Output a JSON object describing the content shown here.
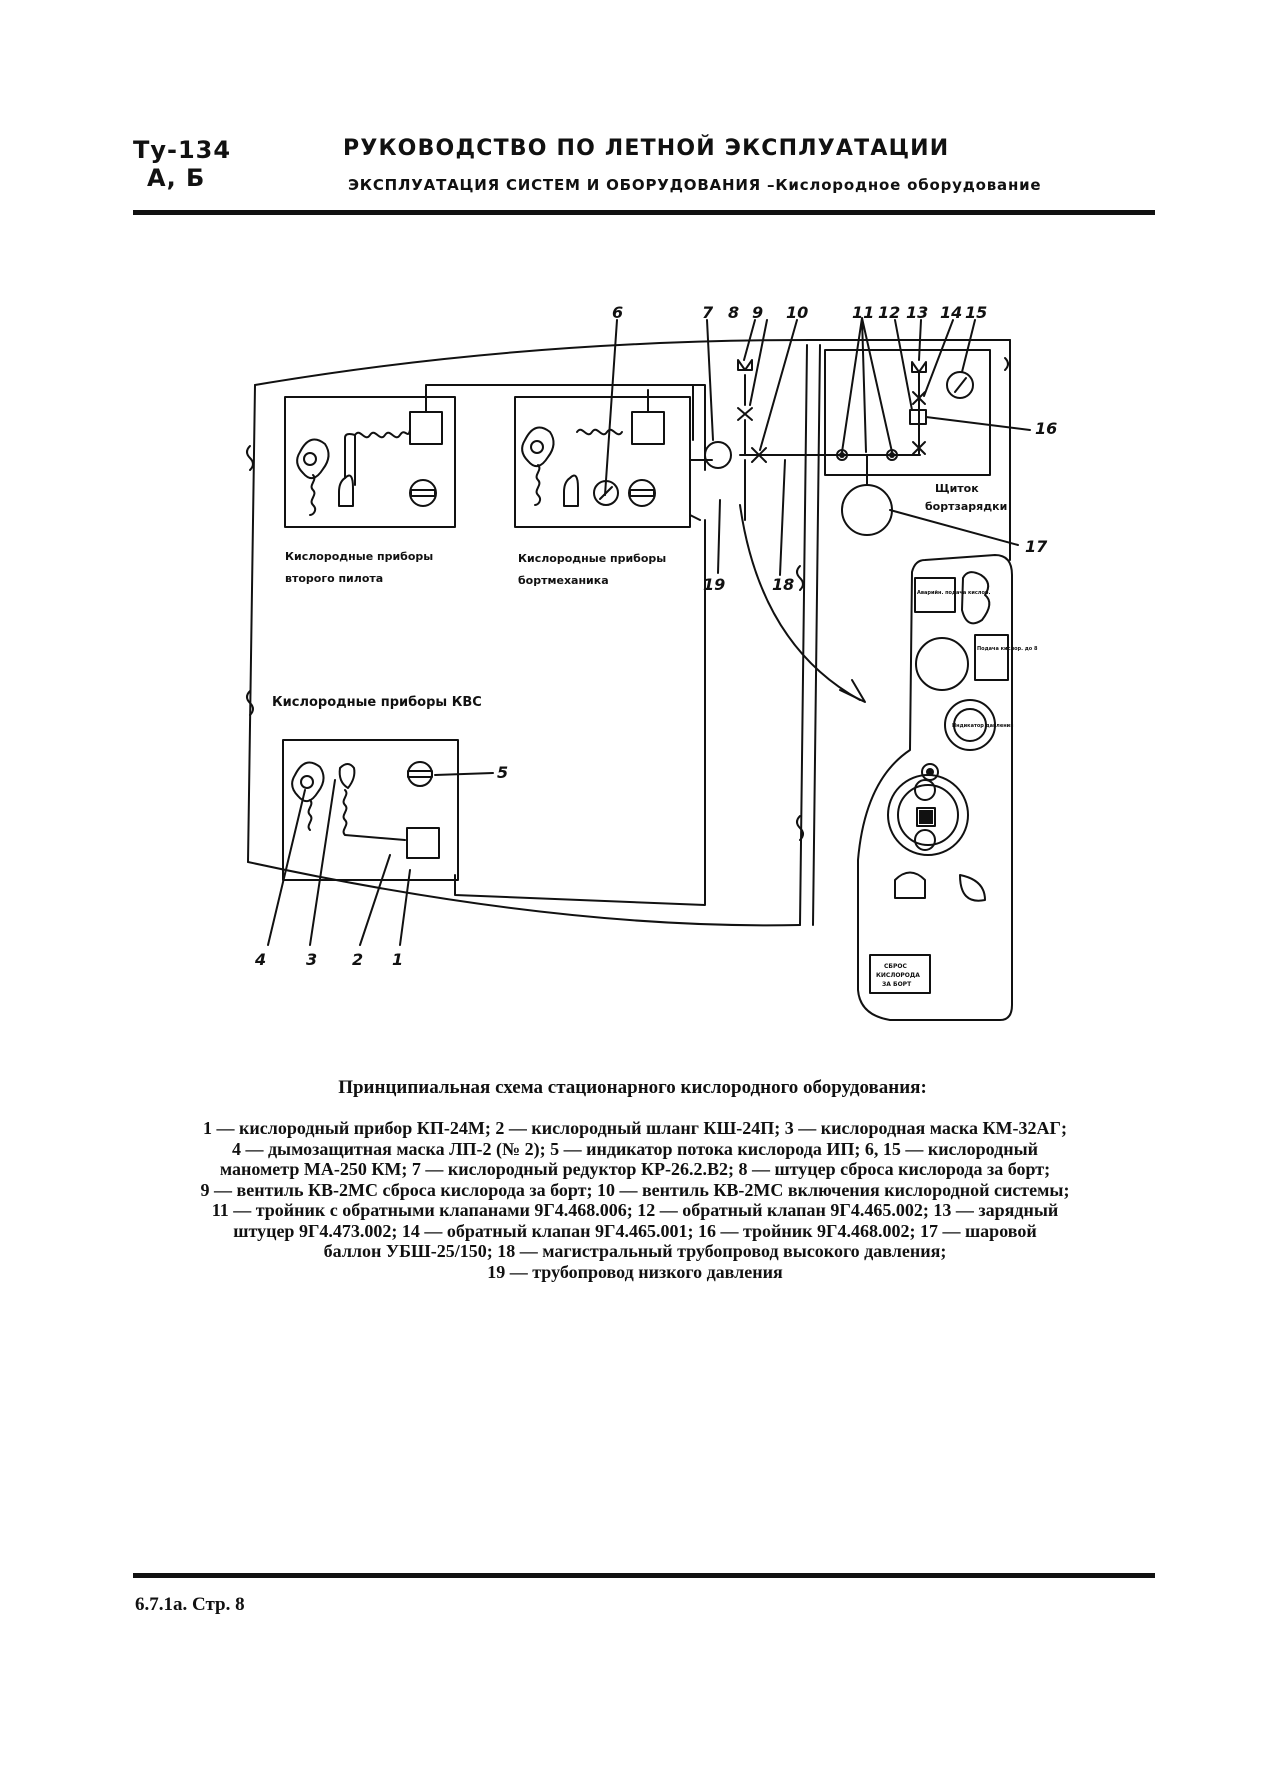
{
  "header": {
    "model_line1": "Ту-134",
    "model_line2": "А, Б",
    "title": "РУКОВОДСТВО ПО ЛЕТНОЙ ЭКСПЛУАТАЦИИ",
    "subtitle": "ЭКСПЛУАТАЦИЯ СИСТЕМ И ОБОРУДОВАНИЯ –Кислородное оборудование"
  },
  "diagram": {
    "labels": {
      "copilot_line1": "Кислородные приборы",
      "copilot_line2": "второго пилота",
      "engineer_line1": "Кислородные приборы",
      "engineer_line2": "бортмеханика",
      "captain": "Кислородные приборы КВС",
      "panel_line1": "Щиток",
      "panel_line2": "бортзарядки"
    },
    "callouts": [
      "1",
      "2",
      "3",
      "4",
      "5",
      "6",
      "7",
      "8",
      "9",
      "10",
      "11",
      "12",
      "13",
      "14",
      "15",
      "16",
      "17",
      "18",
      "19"
    ],
    "panel_texts": {
      "top_left": "Аварийн. подача кислор.",
      "right_upper": "Подача кислор. до 8",
      "round_label": "Индикатор давления",
      "bottom": [
        "СБРОС",
        "КИСЛОРОДА",
        "ЗА БОРТ"
      ]
    }
  },
  "caption": {
    "title": "Принципиальная схема стационарного кислородного оборудования:",
    "lines": [
      "1 — кислородный прибор КП-24М; 2 — кислородный шланг КШ-24П; 3 — кислородная маска КМ-32АГ;",
      "4 — дымозащитная маска ЛП-2 (№ 2); 5 — индикатор потока кислорода ИП; 6, 15 — кислородный",
      "манометр МА-250 КМ; 7 — кислородный редуктор КР-26.2.В2; 8 — штуцер сброса кислорода за борт;",
      "9 — вентиль КВ-2МС сброса кислорода за борт; 10 — вентиль КВ-2МС включения кислородной системы;",
      "11 — тройник с обратными клапанами 9Г4.468.006; 12 — обратный клапан 9Г4.465.002; 13 — зарядный",
      "штуцер 9Г4.473.002; 14 — обратный клапан 9Г4.465.001; 16 — тройник 9Г4.468.002; 17 — шаровой",
      "баллон УБШ-25/150; 18 — магистральный трубопровод высокого давления;",
      "19 — трубопровод низкого давления"
    ]
  },
  "footer": {
    "page": "6.7.1а. Стр. 8"
  }
}
